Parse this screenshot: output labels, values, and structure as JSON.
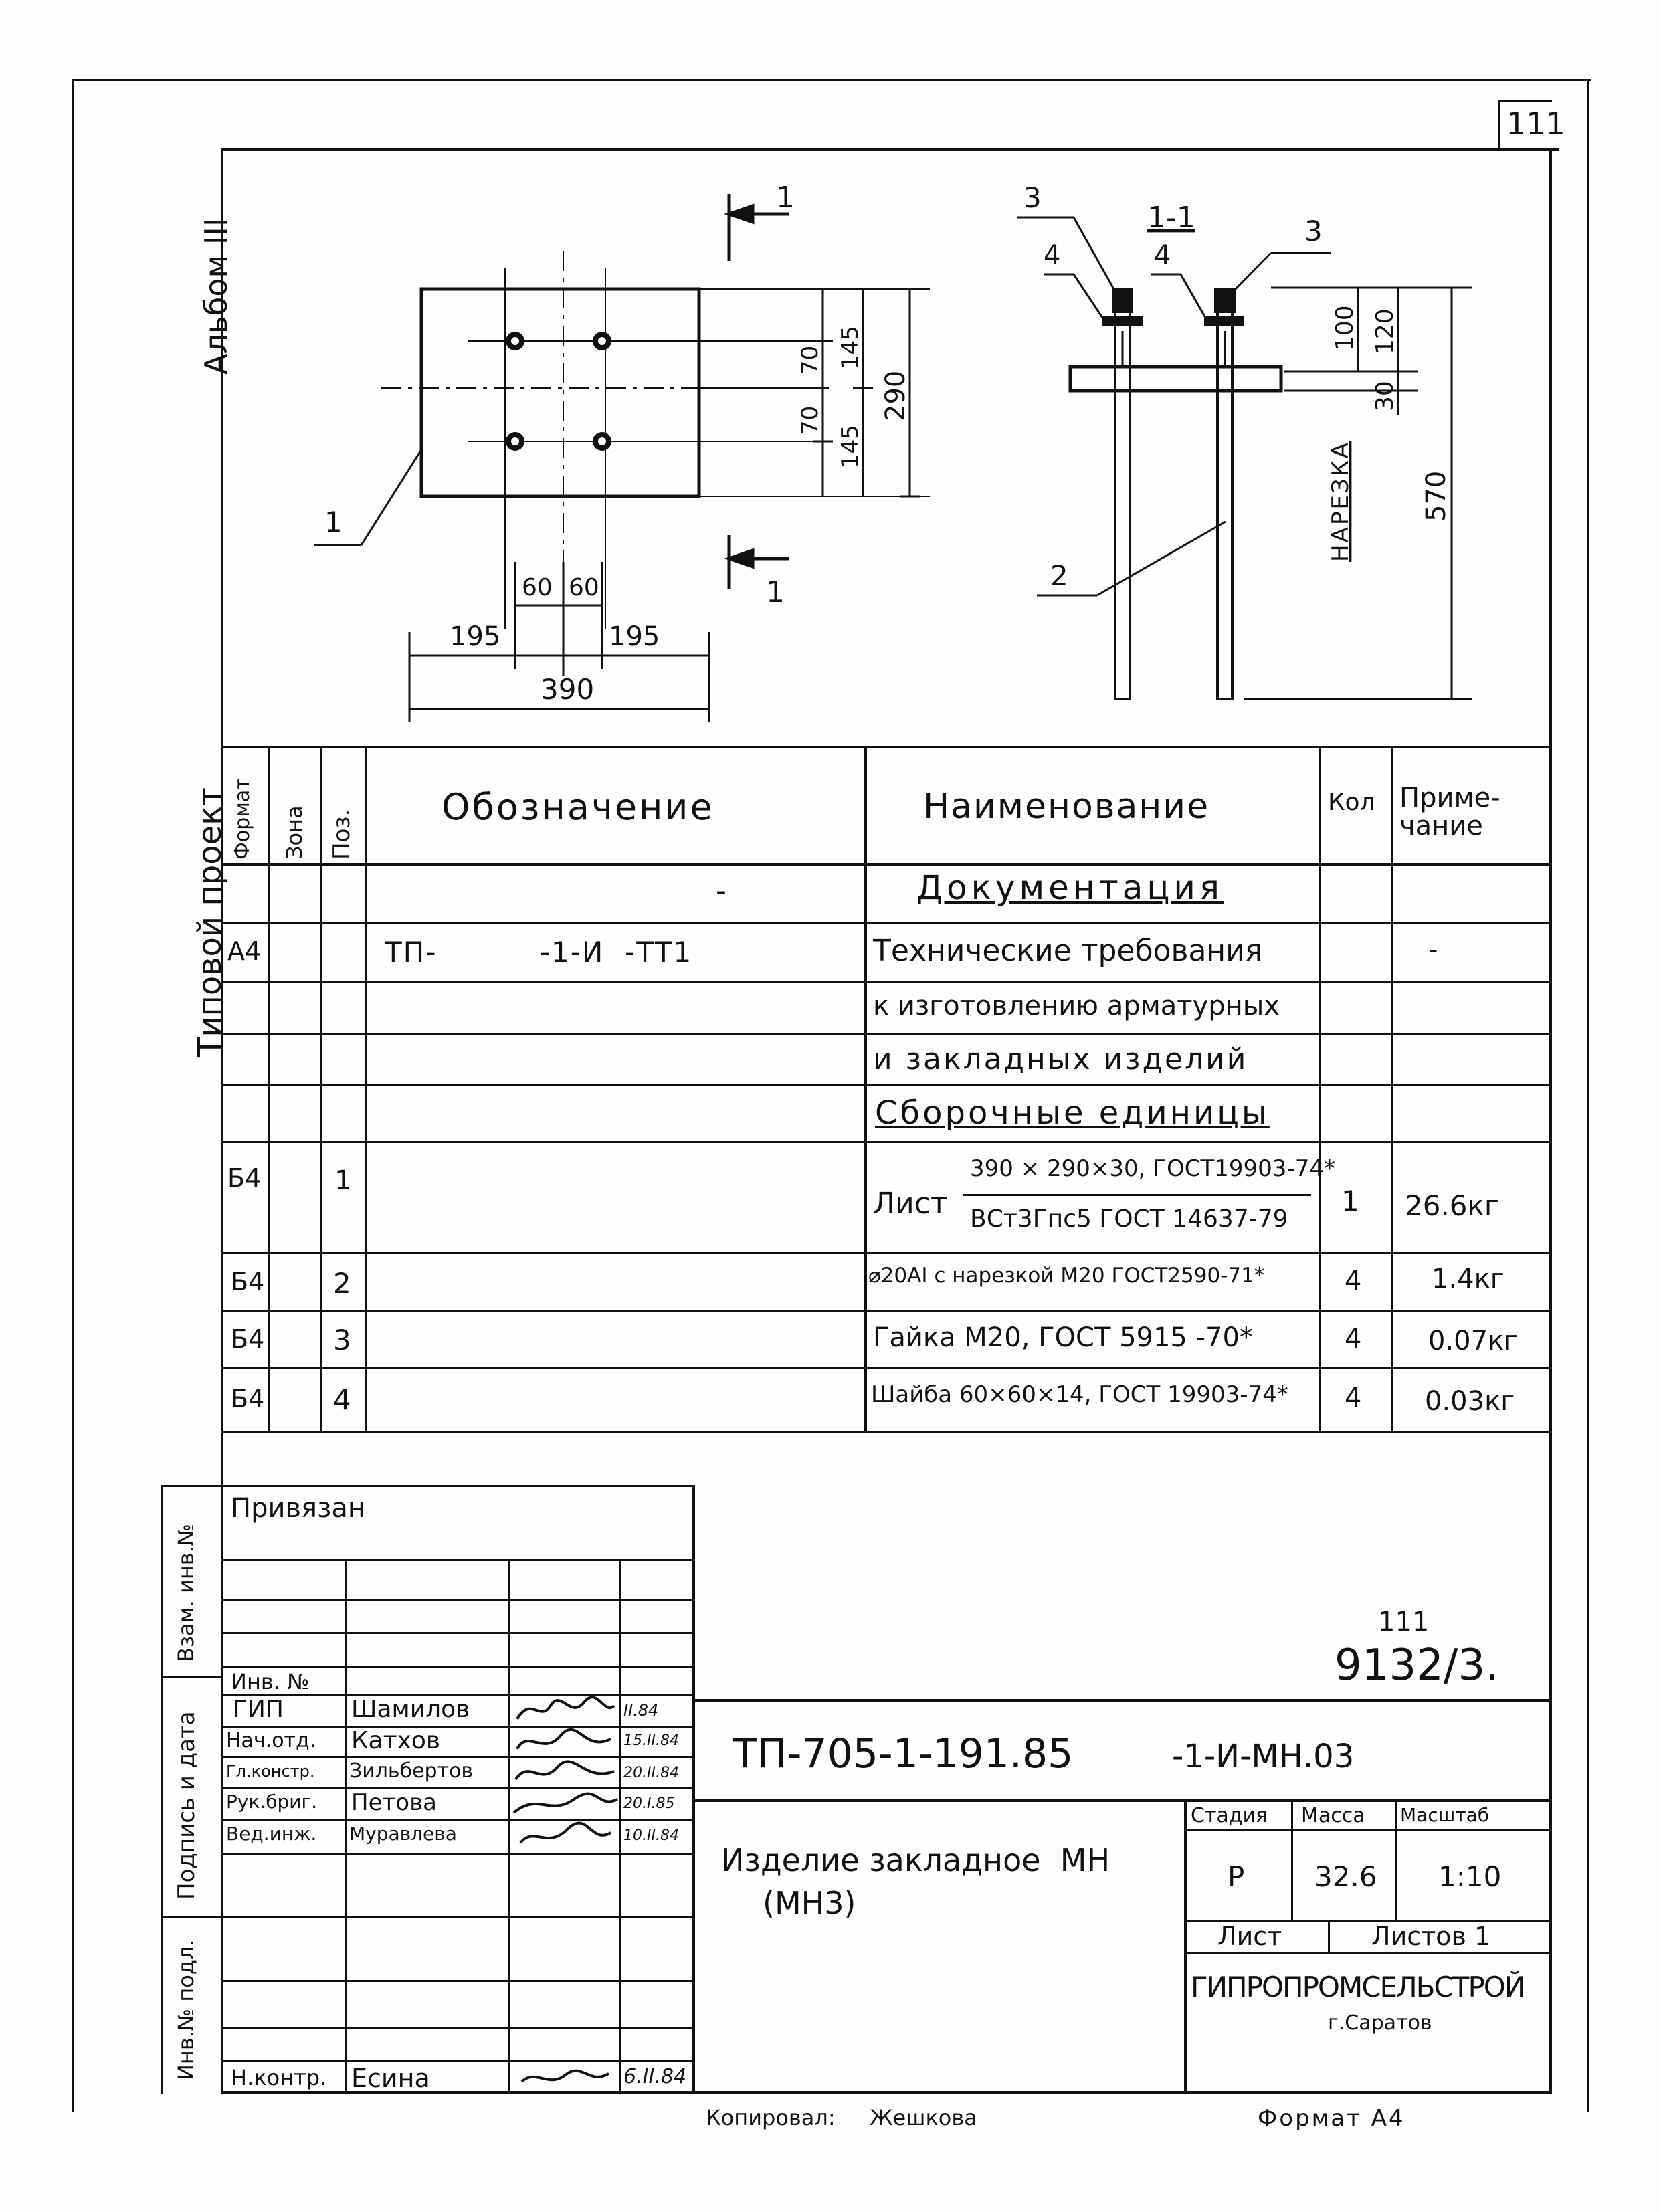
{
  "sheet_number": "111",
  "album": "Альбом III",
  "project_type": "Типовой проект",
  "drawing": {
    "section_mark": "1",
    "section_title": "1-1",
    "pos_1": "1",
    "pos_2": "2",
    "pos_3": "3",
    "pos_4": "4",
    "dim_145_top": "145",
    "dim_145_bot": "145",
    "dim_70_top": "70",
    "dim_70_bot": "70",
    "dim_290": "290",
    "dim_60_left": "60",
    "dim_60_right": "60",
    "dim_195_left": "195",
    "dim_195_right": "195",
    "dim_390": "390",
    "dim_100": "100",
    "dim_120": "120",
    "dim_30": "30",
    "dim_570": "570",
    "thread_label": "НАРЕЗКА"
  },
  "spec_table": {
    "headers": {
      "format": "Формат",
      "zone": "Зона",
      "pos": "Поз.",
      "designation": "Обозначение",
      "name": "Наименование",
      "qty": "Кол",
      "note": "Приме-чание"
    },
    "section_docs": "Документация",
    "docs_dash": "-",
    "doc_row": {
      "format": "А4",
      "designation": "ТП-          -1-И  -ТТ1",
      "name_line1": "Технические требования",
      "name_line2": "к изготовлению арматурных",
      "name_line3": "и закладных изделий",
      "note": "-"
    },
    "section_assembly": "Сборочные единицы",
    "rows": [
      {
        "format": "Б4",
        "pos": "1",
        "name_prefix": "Лист",
        "name_top": "390 × 290×30, ГОСТ19903-74*",
        "name_bottom": "ВСт3Гпс5 ГОСТ 14637-79",
        "qty": "1",
        "note": "26.6кг"
      },
      {
        "format": "Б4",
        "pos": "2",
        "name": "⌀20АⅠ с нарезкой М20 ГОСТ2590-71*",
        "qty": "4",
        "note": "1.4кг"
      },
      {
        "format": "Б4",
        "pos": "3",
        "name": "Гайка М20, ГОСТ 5915 -70*",
        "qty": "4",
        "note": "0.07кг"
      },
      {
        "format": "Б4",
        "pos": "4",
        "name": "Шайба 60×60×14, ГОСТ 19903-74*",
        "qty": "4",
        "note": "0.03кг"
      }
    ]
  },
  "side_stamps": {
    "vzam": "Взам. инв.№",
    "podpis": "Подпись и дата",
    "inv_podl": "Инв.№ подл."
  },
  "title_block": {
    "privyazan": "Привязан",
    "inv_n": "Инв. №",
    "staff": [
      {
        "role": "ГИП",
        "name": "Шамилов",
        "date": "II.84"
      },
      {
        "role": "Нач.отд.",
        "name": "Катхов",
        "date": "15.II.84"
      },
      {
        "role": "Гл.констр.",
        "name": "Зильбертов",
        "date": "20.II.84"
      },
      {
        "role": "Рук.бриг.",
        "name": "Петова",
        "date": "20.I.85"
      },
      {
        "role": "Вед.инж.",
        "name": "Муравлева",
        "date": "10.II.84"
      }
    ],
    "n_kontr_role": "Н.контр.",
    "n_kontr_name": "Есина",
    "n_kontr_date": "6.II.84",
    "archive_top": "111",
    "archive_number": "9132/3.",
    "code": "ТП-705-1-191.85",
    "code_suffix": "-1-И-МН.03",
    "item_title": "Изделие закладное  МН",
    "item_sub": "(МН3)",
    "stage_label": "Стадия",
    "mass_label": "Масса",
    "scale_label": "Масштаб",
    "stage": "Р",
    "mass": "32.6",
    "scale": "1:10",
    "sheet_label": "Лист",
    "sheets_label": "Листов 1",
    "org": "ГИПРОПРОМСЕЛЬСТРОЙ",
    "city": "г.Саратов"
  },
  "footer": {
    "copied": "Копировал:",
    "copier": "Жешкова",
    "format": "Формат А4"
  }
}
